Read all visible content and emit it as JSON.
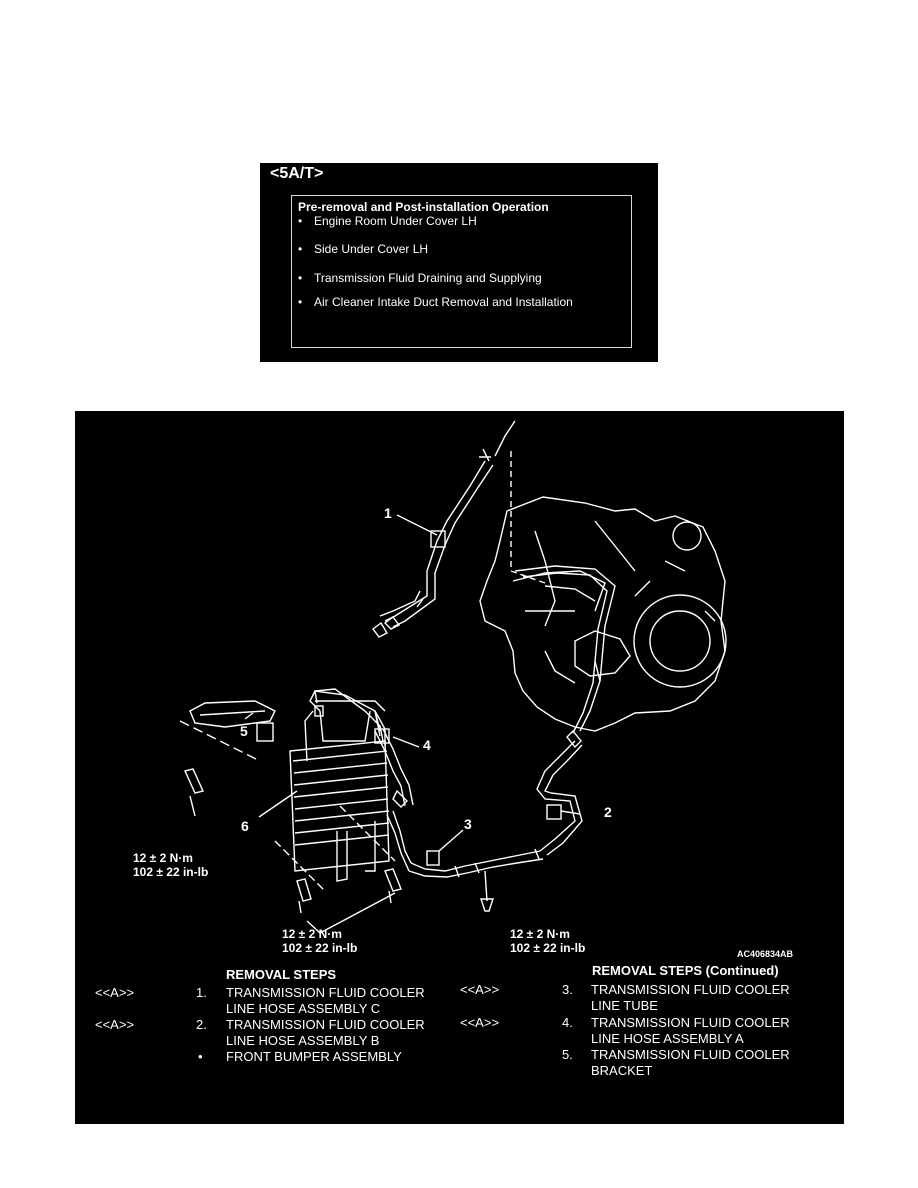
{
  "pre_removal": {
    "header": "<5A/T>",
    "title": "Pre-removal and Post-installation Operation",
    "items": [
      "Engine Room Under Cover LH",
      "Side Under Cover LH",
      "Transmission Fluid Draining and Supplying",
      "Air Cleaner Intake Duct Removal and Installation"
    ]
  },
  "diagram": {
    "callouts": [
      "1",
      "2",
      "3",
      "4",
      "5",
      "6"
    ],
    "torque_a": {
      "nm": "12 ± 2 N·m",
      "inlb": "102 ± 22 in-lb"
    },
    "torque_b": {
      "nm": "12 ± 2 N·m",
      "inlb": "102 ± 22 in-lb"
    },
    "torque_c": {
      "nm": "12 ± 2 N·m",
      "inlb": "102 ± 22 in-lb"
    },
    "code": "AC406834AB"
  },
  "removal": {
    "left_title": "REMOVAL STEPS",
    "right_title": "REMOVAL STEPS (Continued)",
    "left_steps": [
      {
        "ref": "<<A>>",
        "num": "1.",
        "line1": "TRANSMISSION FLUID COOLER",
        "line2": "LINE HOSE ASSEMBLY C"
      },
      {
        "ref": "<<A>>",
        "num": "2.",
        "line1": "TRANSMISSION FLUID COOLER",
        "line2": "LINE HOSE ASSEMBLY B"
      },
      {
        "ref": "",
        "num": "•",
        "line1": "FRONT BUMPER ASSEMBLY",
        "line2": ""
      }
    ],
    "right_steps": [
      {
        "ref": "<<A>>",
        "num": "3.",
        "line1": "TRANSMISSION FLUID COOLER",
        "line2": "LINE TUBE"
      },
      {
        "ref": "<<A>>",
        "num": "4.",
        "line1": "TRANSMISSION FLUID COOLER",
        "line2": "LINE HOSE ASSEMBLY A"
      },
      {
        "ref": "",
        "num": "5.",
        "line1": "TRANSMISSION FLUID COOLER",
        "line2": "BRACKET"
      }
    ]
  }
}
